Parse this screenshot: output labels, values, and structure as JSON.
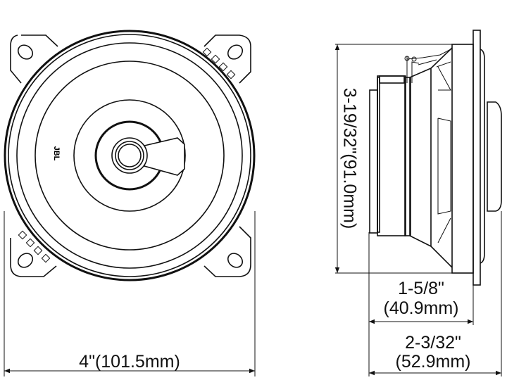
{
  "front_view": {
    "logo_text": "JBL",
    "width_label": "4\"(101.5mm)"
  },
  "side_view": {
    "height_label": "3-19/32\"(91.0mm)",
    "mount_depth_label_line1": "1-5/8\"",
    "mount_depth_label_line2": "(40.9mm)",
    "total_depth_label_line1": "2-3/32\"",
    "total_depth_label_line2": "(52.9mm)"
  },
  "colors": {
    "line": "#111111",
    "background": "#ffffff"
  }
}
